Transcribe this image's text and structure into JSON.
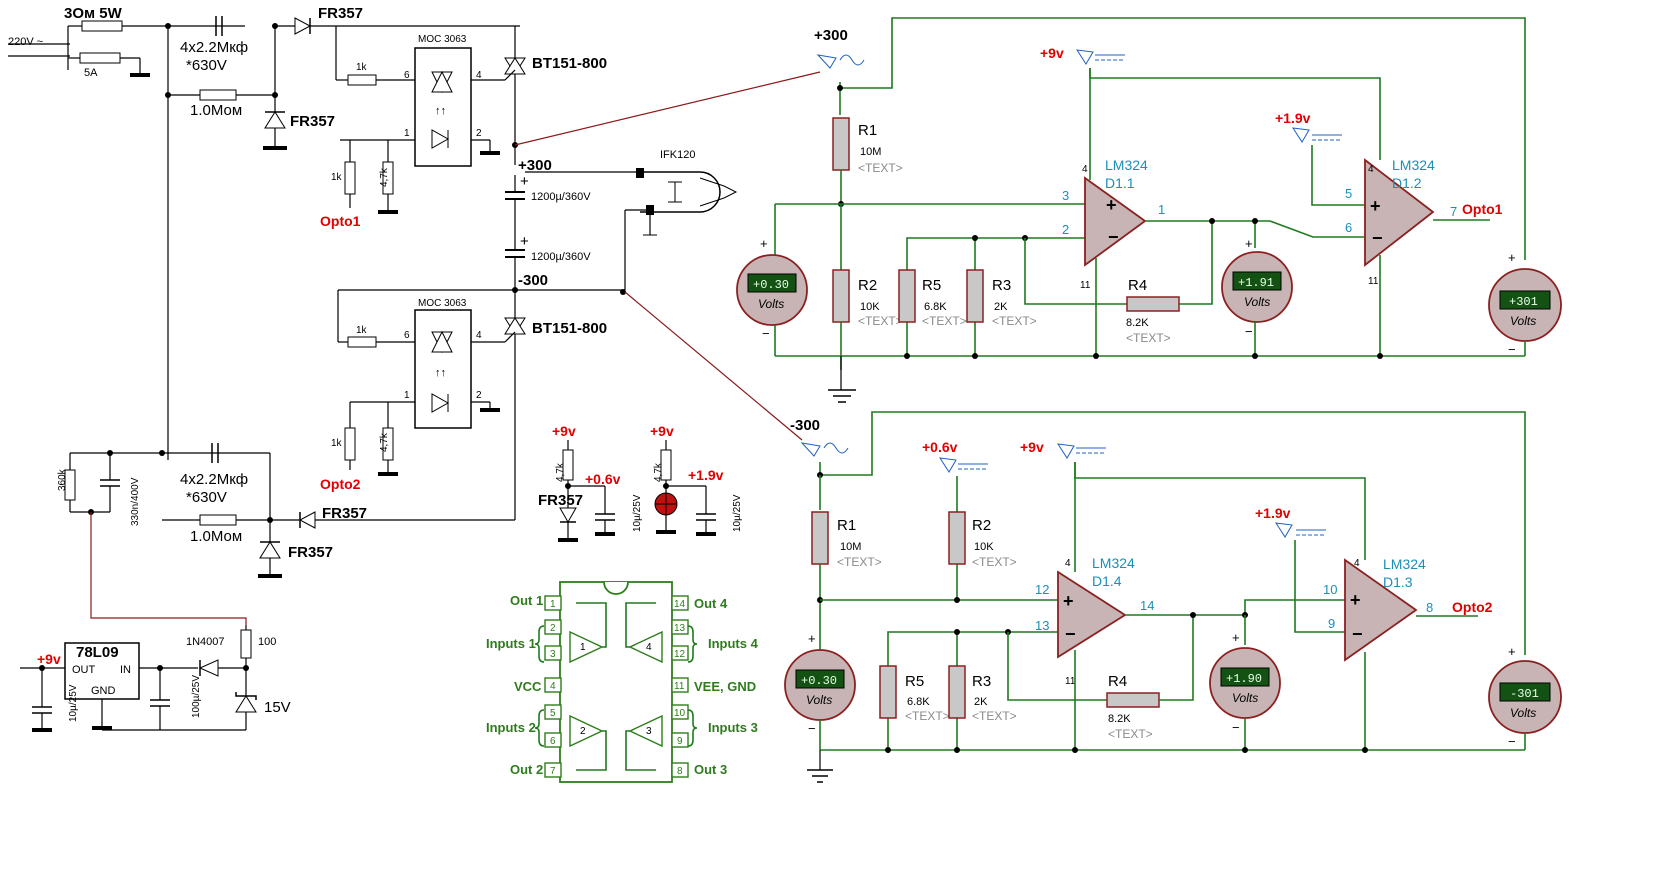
{
  "left": {
    "r_3om": "3Ом 5W",
    "ac_in": "220V ~",
    "fuse": "5A",
    "cap_top": "4x2.2Мкф",
    "cap_top_v": "*630V",
    "res_top": "1.0Мом",
    "d1": "FR357",
    "d2": "FR357",
    "moc1": "MOC 3063",
    "moc2": "MOC 3063",
    "triac1": "BT151-800",
    "triac2": "BT151-800",
    "r1k_a": "1k",
    "r1k_b": "1k",
    "r1k_c": "1k",
    "r1k_d": "1k",
    "r47_a": "4,7k",
    "r47_b": "4,7k",
    "opto1": "Opto1",
    "opto2": "Opto2",
    "plus300": "+300",
    "minus300": "-300",
    "c1200_a": "1200µ/360V",
    "c1200_b": "1200µ/360V",
    "lamp": "IFK120",
    "cap_bot": "4x2.2Мкф",
    "cap_bot_v": "*630V",
    "res_bot": "1.0Мом",
    "d3": "FR357",
    "d4": "FR357",
    "r360": "360k",
    "c330": "330n/400V",
    "reg": "78L09",
    "reg_out": "OUT",
    "reg_in": "IN",
    "reg_gnd": "GND",
    "plus9": "+9v",
    "c10": "10µ/25V",
    "c100": "100µ/25V",
    "d1n": "1N4007",
    "r100": "100",
    "z15": "15V",
    "pin6": "6",
    "pin4": "4",
    "pin1": "1",
    "pin2": "2"
  },
  "mid": {
    "v9a": "+9v",
    "v9b": "+9v",
    "r47a": "4,7k",
    "r47b": "4,7k",
    "v06": "+0.6v",
    "v19": "+1.9v",
    "fr357": "FR357",
    "c10a": "10µ/25V",
    "c10b": "10µ/25V"
  },
  "pinout": {
    "out1": "Out 1",
    "in1": "Inputs 1",
    "vcc": "VCC",
    "in2": "Inputs 2",
    "out2": "Out 2",
    "out4": "Out 4",
    "in4": "Inputs 4",
    "vee": "VEE, GND",
    "in3": "Inputs 3",
    "out3": "Out 3",
    "p1": "1",
    "p2": "2",
    "p3": "3",
    "p4": "4",
    "p5": "5",
    "p6": "6",
    "p7": "7",
    "p8": "8",
    "p9": "9",
    "p10": "10",
    "p11": "11",
    "p12": "12",
    "p13": "13",
    "p14": "14"
  },
  "upper": {
    "src": "+300",
    "plus9": "+9v",
    "plus19": "+1.9v",
    "r1": "R1",
    "r1v": "10M",
    "r2": "R2",
    "r2v": "10K",
    "r5": "R5",
    "r5v": "6.8K",
    "r3": "R3",
    "r3v": "2K",
    "r4": "R4",
    "r4v": "8.2K",
    "text": "<TEXT>",
    "oa1": "LM324",
    "oa1d": "D1.1",
    "oa2": "LM324",
    "oa2d": "D1.2",
    "m1": "+0.30",
    "m2": "+1.91",
    "m3": "+301",
    "volts": "Volts",
    "opto": "Opto1",
    "p3": "3",
    "p2": "2",
    "p1": "1",
    "p4": "4",
    "p11": "11",
    "p5": "5",
    "p6": "6",
    "p7": "7",
    "p4b": "4",
    "p11b": "11"
  },
  "lower": {
    "src": "-300",
    "plus06": "+0.6v",
    "plus9": "+9v",
    "plus19": "+1.9v",
    "r1": "R1",
    "r1v": "10M",
    "r2": "R2",
    "r2v": "10K",
    "r5": "R5",
    "r5v": "6.8K",
    "r3": "R3",
    "r3v": "2K",
    "r4": "R4",
    "r4v": "8.2K",
    "text": "<TEXT>",
    "oa1": "LM324",
    "oa1d": "D1.4",
    "oa2": "LM324",
    "oa2d": "D1.3",
    "m1": "+0.30",
    "m2": "+1.90",
    "m3": "-301",
    "volts": "Volts",
    "opto": "Opto2",
    "p12": "12",
    "p13": "13",
    "p14": "14",
    "p4": "4",
    "p11": "11",
    "p10": "10",
    "p9": "9",
    "p8": "8",
    "p4b": "4"
  }
}
